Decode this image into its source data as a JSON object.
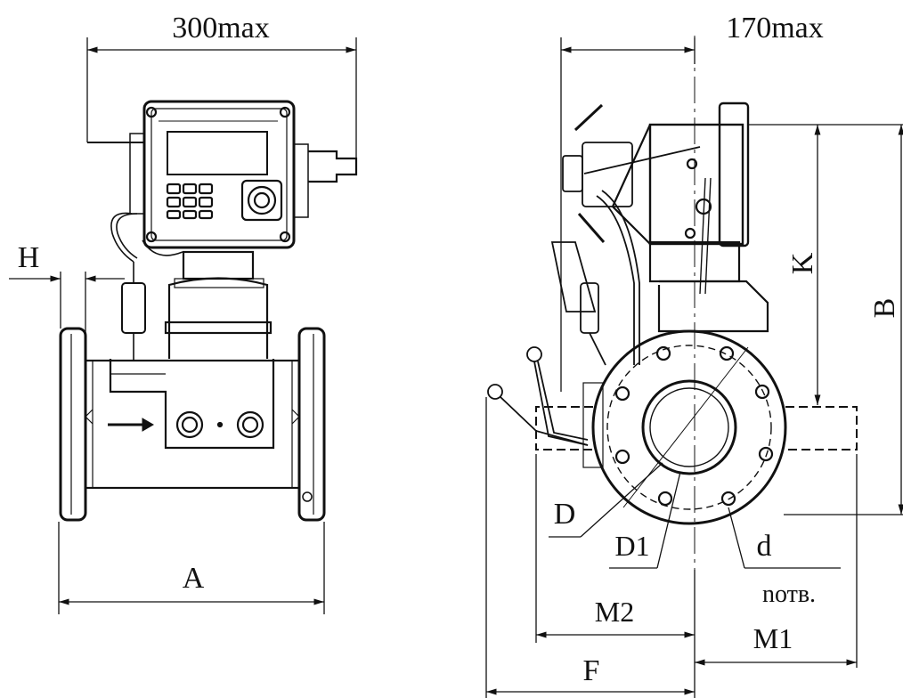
{
  "front_view": {
    "dims": {
      "width_max": "300max",
      "h": "H",
      "a": "A"
    }
  },
  "side_view": {
    "dims": {
      "width_max": "170max",
      "k": "K",
      "b": "B",
      "d_outer": "D",
      "d1": "D1",
      "d_hole": "d",
      "n_holes": "nотв.",
      "m2": "M2",
      "m1": "M1",
      "f": "F"
    }
  }
}
